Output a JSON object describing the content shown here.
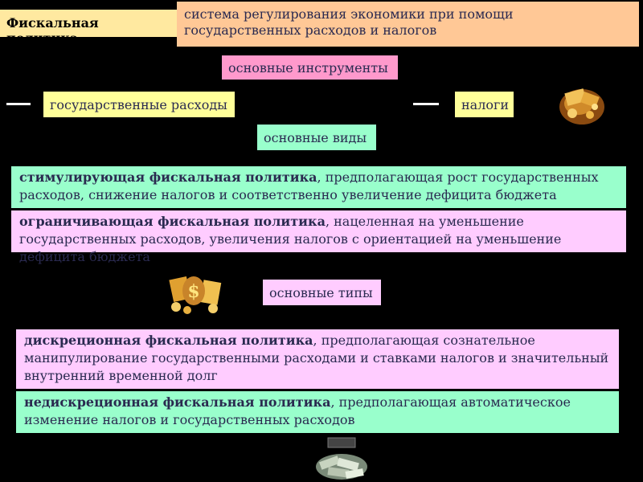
{
  "title": "Фискальная политика",
  "definition": "система регулирования экономики при помощи государственных расходов и налогов",
  "instruments_label": "основные инструменты",
  "instruments": {
    "spending": "государственные расходы",
    "taxes": "налоги"
  },
  "kinds_label": "основные виды",
  "kinds": [
    {
      "term": "стимулирующая фискальная политика",
      "text": ", предполагающая рост государственных расходов, снижение налогов и соответственно увеличение дефицита бюджета"
    },
    {
      "term": "ограничивающая фискальная политика",
      "text": ", нацеленная на уменьшение государственных расходов, увеличения налогов с ориентацией на уменьшение дефицита бюджета"
    }
  ],
  "types_label": "основные типы",
  "types": [
    {
      "term": "дискреционная фискальная политика",
      "text": ", предполагающая сознательное манипулирование государственными расходами и ставками налогов и значительный внутренний временной долг"
    },
    {
      "term": "недискреционная фискальная политика",
      "text": ", предполагающая автоматическое изменение налогов и государственных расходов"
    }
  ],
  "images": {
    "top_right": "gold-coins-image",
    "middle_left": "money-bag-image",
    "bottom": "cash-pile-image"
  },
  "colors": {
    "background": "#000000",
    "title_bg": "#ffe9a0",
    "definition_bg": "#ffc896",
    "pink": "#ff99cc",
    "yellow": "#ffff99",
    "green": "#99ffcc",
    "lilac": "#ffccff"
  }
}
